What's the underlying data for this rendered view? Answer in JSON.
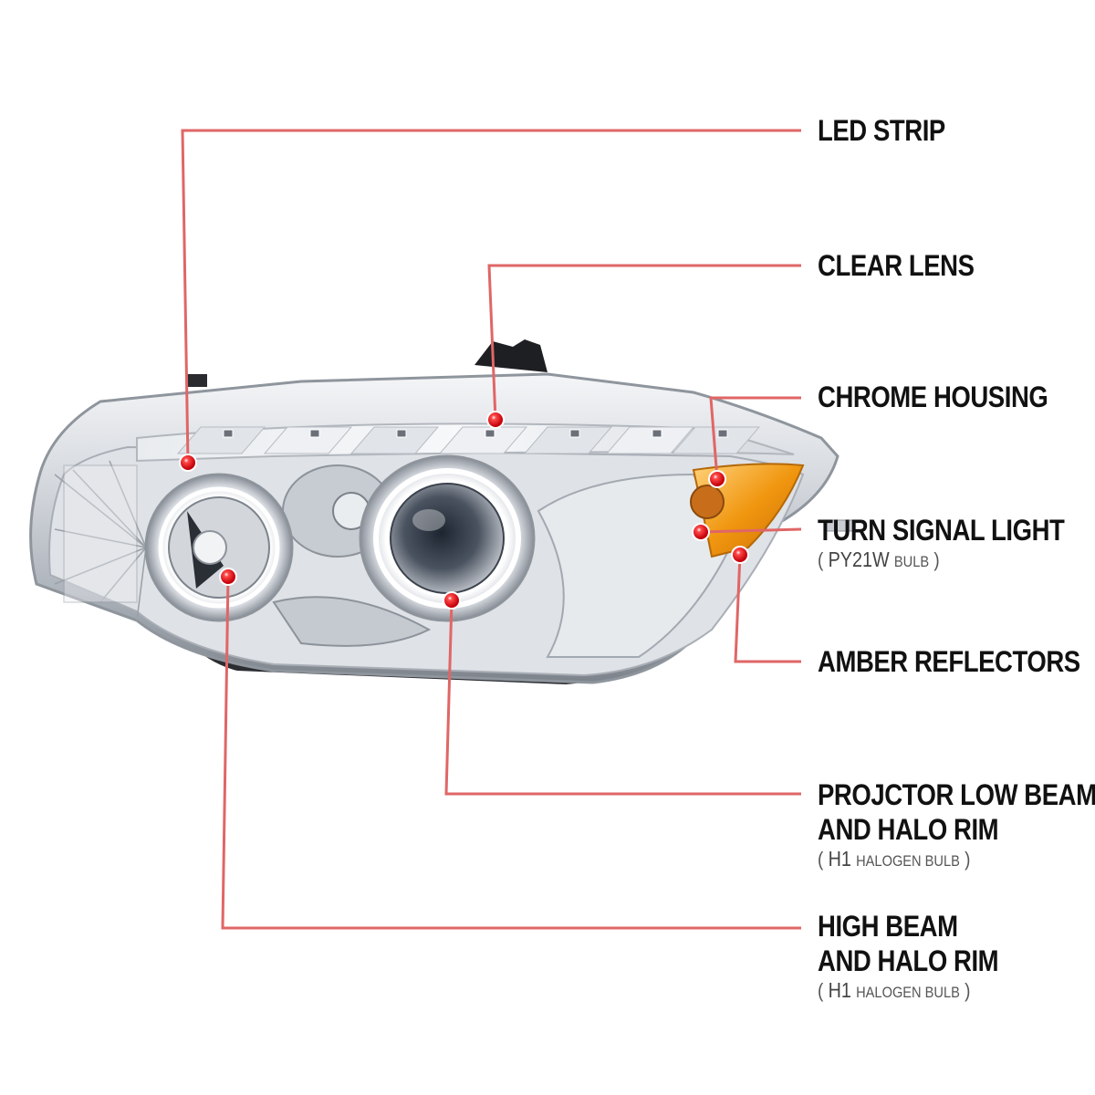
{
  "colors": {
    "leader_line": "#e06666",
    "dot": "#e8121a",
    "chrome_light": "#eef0f3",
    "chrome_mid": "#b9bec6",
    "chrome_dark": "#6a7079",
    "amber": "#f0960f"
  },
  "labels": {
    "led_strip": "LED STRIP",
    "clear_lens": "CLEAR LENS",
    "chrome_housing": "CHROME HOUSING",
    "turn_signal": {
      "title": "TURN SIGNAL LIGHT",
      "open": "(",
      "code": "PY21W",
      "bulb": "BULB",
      "close": ")"
    },
    "amber_reflectors": "AMBER REFLECTORS",
    "projector": {
      "line1": "PROJCTOR LOW BEAM",
      "line2": "AND HALO RIM",
      "open": "(",
      "code": "H1",
      "bulb": "HALOGEN BULB",
      "close": ")"
    },
    "high_beam": {
      "line1": "HIGH BEAM",
      "line2": "AND HALO RIM",
      "open": "(",
      "code": "H1",
      "bulb": "HALOGEN BULB",
      "close": ")"
    }
  }
}
